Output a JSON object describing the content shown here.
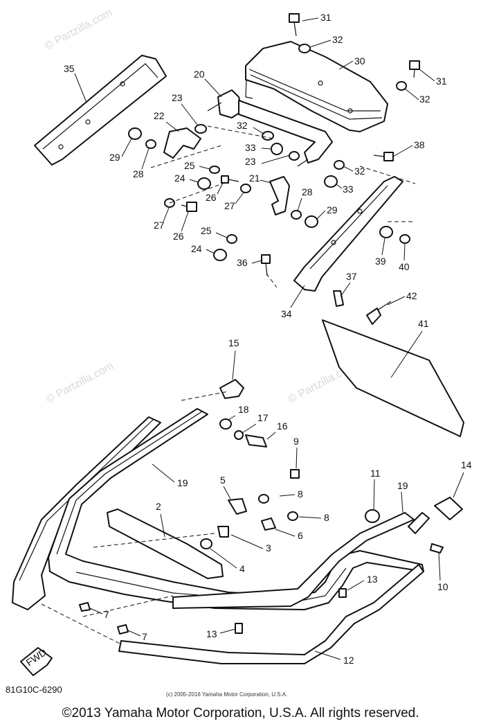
{
  "watermark": "© Partzilla.com",
  "diagram_code": "81G10C-6290",
  "inner_copyright": "(c) 2005-2016 Yamaha Motor Corporation, U.S.A.",
  "copyright": "©2013 Yamaha Motor Corporation, U.S.A. All rights reserved.",
  "fwd_label": "FWD",
  "callouts": [
    "2",
    "3",
    "4",
    "5",
    "6",
    "7",
    "8",
    "9",
    "10",
    "11",
    "12",
    "13",
    "14",
    "15",
    "16",
    "17",
    "18",
    "19",
    "20",
    "21",
    "22",
    "23",
    "24",
    "25",
    "26",
    "27",
    "28",
    "29",
    "30",
    "31",
    "32",
    "33",
    "34",
    "35",
    "36",
    "37",
    "38",
    "39",
    "40",
    "41",
    "42"
  ]
}
